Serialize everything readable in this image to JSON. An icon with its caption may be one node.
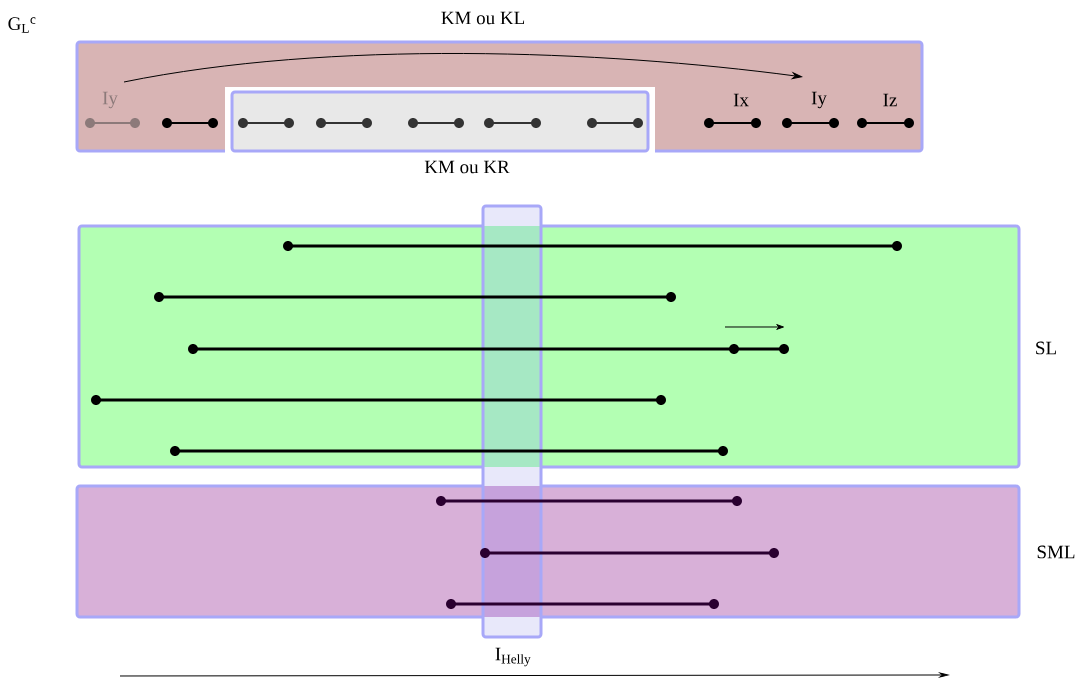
{
  "diagram": {
    "nodes": [
      {
        "text": [
          "G$_{L}$$^{c}$"
        ]
      },
      {
        "text": [
          "KM ou KR"
        ],
        "in": 0
      },
      {
        "text": [
          "SL"
        ]
      },
      {
        "text": [
          "SML"
        ]
      },
      {
        "text": [
          "I$_{Helly}$"
        ]
      }
    ],
    "labels": [
      "KM ou KL",
      "Iy",
      "Ix",
      "Iy",
      "Iz"
    ]
  }
}
